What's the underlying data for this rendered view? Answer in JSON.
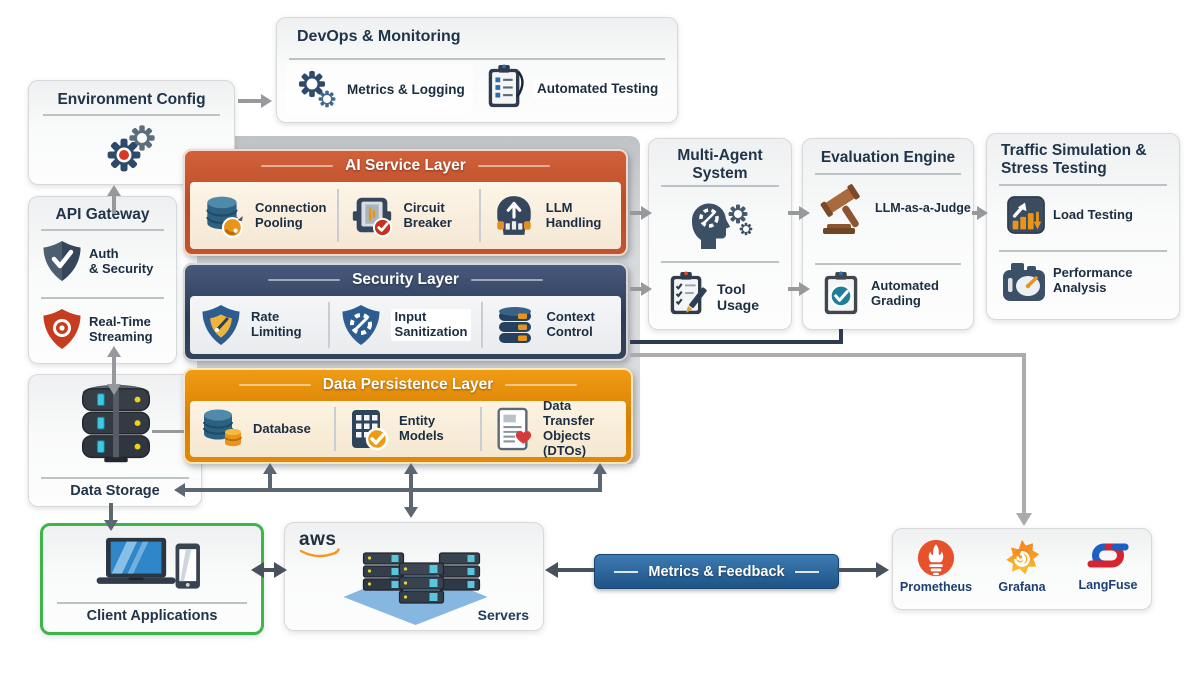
{
  "colors": {
    "ai_header": "#c45229",
    "security_header": "#35466b",
    "persistence_header": "#e08c0b",
    "metrics_bar": "#2a649e",
    "client_border": "#3cb54b",
    "arrow_gray": "#97999c",
    "arrow_dark": "#49525c",
    "prometheus_red": "#e6522c",
    "grafana_orange": "#f48120",
    "langfuse_blue": "#1d5fc4",
    "langfuse_red": "#d7232e"
  },
  "devops": {
    "title": "DevOps & Monitoring",
    "items": [
      {
        "label": "Metrics & Logging"
      },
      {
        "label": "Automated Testing"
      }
    ]
  },
  "env": {
    "title": "Environment Config"
  },
  "api": {
    "title": "API Gateway",
    "items": [
      {
        "label": "Auth\n& Security"
      },
      {
        "label": "Real-Time\nStreaming"
      }
    ]
  },
  "layers": [
    {
      "title": "AI Service Layer",
      "items": [
        {
          "label": "Connection\nPooling"
        },
        {
          "label": "Circuit\nBreaker"
        },
        {
          "label": "LLM\nHandling"
        }
      ]
    },
    {
      "title": "Security Layer",
      "items": [
        {
          "label": "Rate\nLimiting"
        },
        {
          "label": "Input\nSanitization"
        },
        {
          "label": "Context\nControl"
        }
      ]
    },
    {
      "title": "Data Persistence Layer",
      "items": [
        {
          "label": "Database"
        },
        {
          "label": "Entity Models"
        },
        {
          "label": "Data Transfer\nObjects (DTOs)"
        }
      ]
    }
  ],
  "storage": {
    "title": "Data Storage"
  },
  "client": {
    "title": "Client Applications"
  },
  "aws": {
    "logo": "aws",
    "label": "Servers"
  },
  "metrics_bar": {
    "label": "Metrics & Feedback"
  },
  "agents": {
    "title": "Multi-Agent\nSystem",
    "items": [
      {
        "label": "Tool\nUsage"
      }
    ]
  },
  "evaluation": {
    "title": "Evaluation Engine",
    "items": [
      {
        "label": "LLM-as-a-Judge"
      },
      {
        "label": "Automated\nGrading"
      }
    ]
  },
  "traffic": {
    "title": "Traffic Simulation &\nStress Testing",
    "items": [
      {
        "label": "Load Testing"
      },
      {
        "label": "Performance\nAnalysis"
      }
    ]
  },
  "tools": {
    "items": [
      {
        "label": "Prometheus"
      },
      {
        "label": "Grafana"
      },
      {
        "label": "LangFuse"
      }
    ]
  }
}
